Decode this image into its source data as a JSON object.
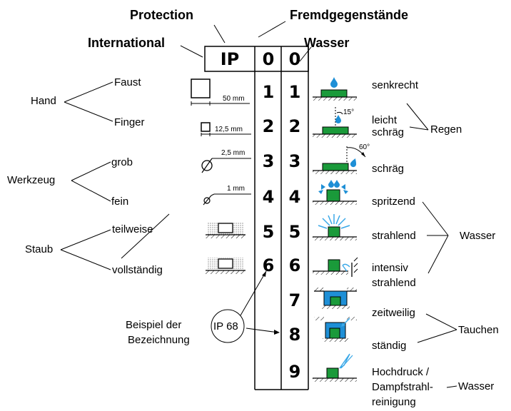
{
  "headers": {
    "protection": "Protection",
    "fremd": "Fremdgegenstände",
    "international": "International",
    "wasser": "Wasser",
    "ip": "IP",
    "zero1": "0",
    "zero2": "0"
  },
  "left": {
    "hand": "Hand",
    "faust": "Faust",
    "finger": "Finger",
    "werkzeug": "Werkzeug",
    "grob": "grob",
    "fein": "fein",
    "staub": "Staub",
    "teilweise": "teilweise",
    "vollstaendig": "vollständig"
  },
  "dims": {
    "d50": "50 mm",
    "d125": "12,5 mm",
    "d25": "2,5 mm",
    "d1": "1 mm",
    "a15": "15°",
    "a60": "60°"
  },
  "col1": [
    "1",
    "2",
    "3",
    "4",
    "5",
    "6"
  ],
  "col2": [
    "1",
    "2",
    "3",
    "4",
    "5",
    "6",
    "7",
    "8",
    "9"
  ],
  "right": {
    "senkrecht": "senkrecht",
    "leicht": "leicht",
    "schraeg1": "schräg",
    "regen": "Regen",
    "schraeg2": "schräg",
    "spritzend": "spritzend",
    "strahlend": "strahlend",
    "wasser1": "Wasser",
    "intensiv": "intensiv",
    "strahlend2": "strahlend",
    "zeitweilig": "zeitweilig",
    "tauchen": "Tauchen",
    "staendig": "ständig",
    "hochdruck": "Hochdruck /",
    "dampf": "Dampfstrahl-",
    "reinigung": "reinigung",
    "wasser2": "Wasser"
  },
  "example": {
    "beispiel": "Beispiel der",
    "bezeichnung": "Bezeichnung",
    "ip68": "IP 68"
  },
  "colors": {
    "green": "#1a9a3a",
    "blue": "#1e8fd6",
    "lightblue": "#3aa8e8"
  }
}
